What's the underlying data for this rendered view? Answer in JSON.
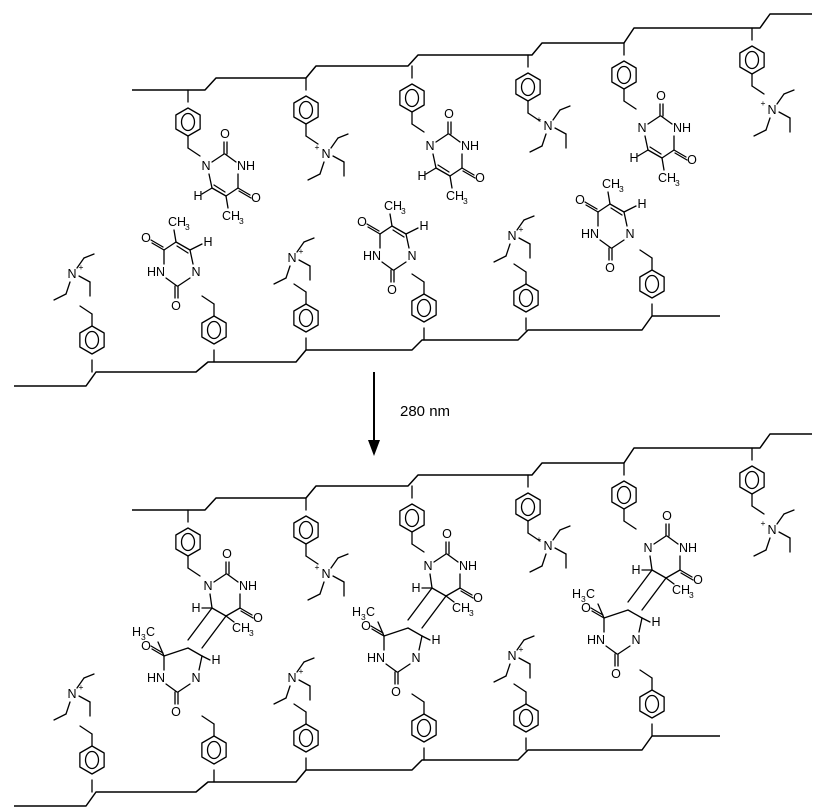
{
  "reaction": {
    "condition_label": "280 nm"
  },
  "labels": {
    "N": "N",
    "NH": "NH",
    "HN": "HN",
    "O": "O",
    "H": "H",
    "CH3": "CH",
    "H3C": "H",
    "CH3_sub": "3",
    "plus": "+"
  },
  "colors": {
    "ink": "#000000",
    "background": "#ffffff"
  }
}
